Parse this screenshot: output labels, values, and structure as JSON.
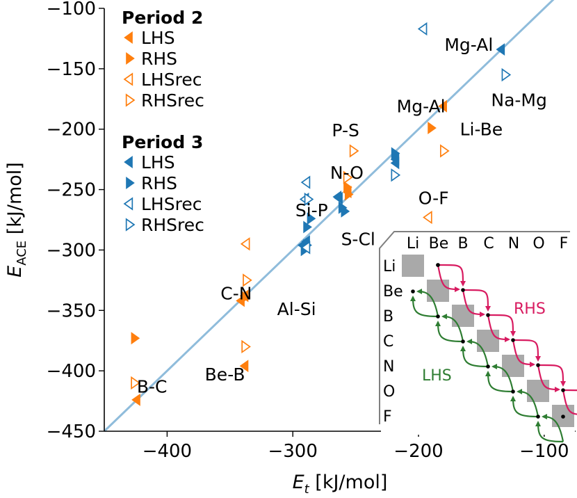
{
  "colors": {
    "period2": "#ff7f0e",
    "period3": "#1f77b4",
    "fit_line": "#8fbcdb",
    "inset_rhs": "#d81b60",
    "inset_lhs": "#2e7d32",
    "inset_diag": "#a9a9a9"
  },
  "chart_data": {
    "type": "scatter",
    "xlabel": "E_t [kJ/mol]",
    "ylabel": "E_ACE [kJ/mol]",
    "xlim": [
      -450,
      -75
    ],
    "ylim": [
      -450,
      -100
    ],
    "xticks": [
      "−400",
      "−300",
      "−200",
      "−100"
    ],
    "yticks": [
      "−100",
      "−150",
      "−200",
      "−250",
      "−300",
      "−350",
      "−400",
      "−450"
    ],
    "reference_line": {
      "from": [
        -450,
        -450
      ],
      "to": [
        -75,
        -75
      ]
    },
    "legend": {
      "position": "upper-left",
      "groups": [
        {
          "title": "Period 2",
          "entries": [
            "LHS",
            "RHS",
            "LHSrec",
            "RHSrec"
          ]
        },
        {
          "title": "Period 3",
          "entries": [
            "LHS",
            "RHS",
            "LHSrec",
            "RHSrec"
          ]
        }
      ]
    },
    "series": [
      {
        "name": "LHS",
        "period": "Period 2",
        "marker": "left",
        "filled": true,
        "points": [
          [
            -424,
            -424
          ],
          [
            -338,
            -396
          ],
          [
            -341,
            -342
          ],
          [
            -338,
            -338
          ],
          [
            -180,
            -181
          ],
          [
            -256,
            -252
          ]
        ]
      },
      {
        "name": "RHS",
        "period": "Period 2",
        "marker": "right",
        "filled": true,
        "points": [
          [
            -426,
            -373
          ],
          [
            -338,
            -339
          ],
          [
            -190,
            -199
          ],
          [
            -257,
            -248
          ],
          [
            -256,
            -254
          ]
        ]
      },
      {
        "name": "LHSrec",
        "period": "Period 2",
        "marker": "left",
        "filled": false,
        "points": [
          [
            -337,
            -295
          ],
          [
            -192,
            -273
          ]
        ]
      },
      {
        "name": "RHSrec",
        "period": "Period 2",
        "marker": "right",
        "filled": false,
        "points": [
          [
            -426,
            -410
          ],
          [
            -338,
            -380
          ],
          [
            -337,
            -325
          ],
          [
            -252,
            -218
          ],
          [
            -180,
            -218
          ],
          [
            -257,
            -240
          ]
        ]
      },
      {
        "name": "LHS",
        "period": "Period 3",
        "marker": "left",
        "filled": true,
        "points": [
          [
            -134,
            -134
          ],
          [
            -218,
            -225
          ],
          [
            -218,
            -228
          ],
          [
            -264,
            -256
          ],
          [
            -263,
            -257
          ],
          [
            -292,
            -296
          ],
          [
            -289,
            -293
          ]
        ]
      },
      {
        "name": "RHS",
        "period": "Period 3",
        "marker": "right",
        "filled": true,
        "points": [
          [
            -219,
            -220
          ],
          [
            -261,
            -265
          ],
          [
            -259,
            -268
          ],
          [
            -286,
            -274
          ],
          [
            -289,
            -281
          ],
          [
            -289,
            -296
          ],
          [
            -291,
            -300
          ]
        ]
      },
      {
        "name": "LHSrec",
        "period": "Period 3",
        "marker": "left",
        "filled": false,
        "points": [
          [
            -196,
            -117
          ],
          [
            -289,
            -244
          ],
          [
            -290,
            -258
          ],
          [
            -289,
            -298
          ]
        ]
      },
      {
        "name": "RHSrec",
        "period": "Period 3",
        "marker": "right",
        "filled": false,
        "points": [
          [
            -131,
            -155
          ],
          [
            -219,
            -238
          ],
          [
            -288,
            -258
          ]
        ]
      }
    ],
    "annotations": [
      {
        "text": "Mg-Al",
        "at": [
          -160,
          -135
        ]
      },
      {
        "text": "Na-Mg",
        "at": [
          -120,
          -181
        ]
      },
      {
        "text": "Mg-Al",
        "at": [
          -198,
          -186
        ]
      },
      {
        "text": "Li-Be",
        "at": [
          -150,
          -205
        ]
      },
      {
        "text": "P-S",
        "at": [
          -258,
          -206
        ]
      },
      {
        "text": "N-O",
        "at": [
          -257,
          -241
        ]
      },
      {
        "text": "O-F",
        "at": [
          -188,
          -262
        ]
      },
      {
        "text": "Si-P",
        "at": [
          -285,
          -272
        ]
      },
      {
        "text": "S-Cl",
        "at": [
          -248,
          -296
        ]
      },
      {
        "text": "C-N",
        "at": [
          -345,
          -341
        ]
      },
      {
        "text": "Al-Si",
        "at": [
          -297,
          -354
        ]
      },
      {
        "text": "Be-B",
        "at": [
          -354,
          -408
        ]
      },
      {
        "text": "B-C",
        "at": [
          -412,
          -418
        ]
      }
    ],
    "inset": {
      "column_labels": [
        "Li",
        "Be",
        "B",
        "C",
        "N",
        "O",
        "F"
      ],
      "row_labels": [
        "Li",
        "Be",
        "B",
        "C",
        "N",
        "O",
        "F"
      ],
      "labels": {
        "rhs": "RHS",
        "lhs": "LHS"
      }
    }
  }
}
